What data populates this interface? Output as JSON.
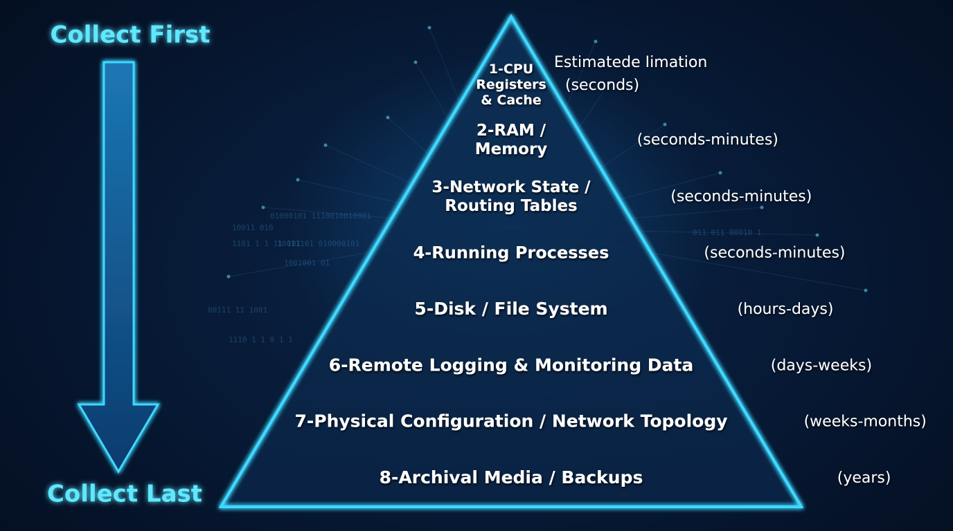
{
  "flow": {
    "top_label": "Collect First",
    "bottom_label": "Collect Last"
  },
  "pyramid": {
    "tiers": [
      {
        "label_lines": [
          "1-CPU",
          "Registers",
          "& Cache"
        ],
        "time": "(seconds)"
      },
      {
        "label_lines": [
          "2-RAM /",
          "Memory"
        ],
        "time": "(seconds-minutes)"
      },
      {
        "label_lines": [
          "3-Network State /",
          "Routing Tables"
        ],
        "time": "(seconds-minutes)"
      },
      {
        "label_lines": [
          "4-Running Processes"
        ],
        "time": "(seconds-minutes)"
      },
      {
        "label_lines": [
          "5-Disk / File System"
        ],
        "time": "(hours-days)"
      },
      {
        "label_lines": [
          "6-Remote Logging & Monitoring Data"
        ],
        "time": "(days-weeks)"
      },
      {
        "label_lines": [
          "7-Physical Configuration / Network Topology"
        ],
        "time": "(weeks-months)"
      },
      {
        "label_lines": [
          "8-Archival Media / Backups"
        ],
        "time": "(years)"
      }
    ],
    "header_label": "Estimatede Iimation"
  },
  "colors": {
    "outline": "#3fd8ff",
    "arrow_fill": "#0f4f86",
    "accent": "#5ee8ff",
    "background": "#06142a"
  },
  "background_binary": [
    "10011 010",
    "01000101 1110010010001",
    "1101 1 1 11 101",
    "10011101 010000101",
    "1001001 01",
    "011 011 00010 1",
    "00111 11 1001",
    "1110 1 1 0 1 1"
  ]
}
